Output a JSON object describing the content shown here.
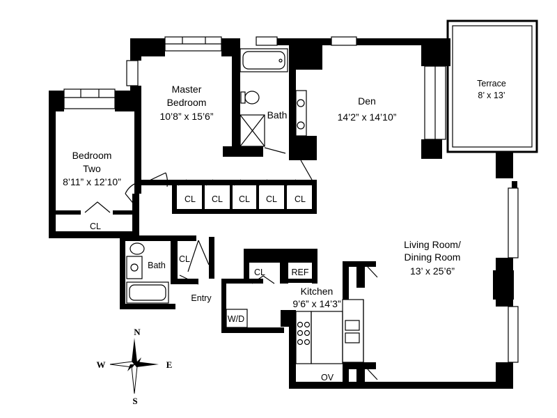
{
  "rooms": {
    "master_bedroom": {
      "name_line1": "Master",
      "name_line2": "Bedroom",
      "size": "10’8” x 15’6”"
    },
    "bedroom_two": {
      "name_line1": "Bedroom",
      "name_line2": "Two",
      "size": "8’11” x 12’10”"
    },
    "den": {
      "name": "Den",
      "size": "14’2” x 14’10”"
    },
    "terrace": {
      "name": "Terrace",
      "size": "8’ x 13’"
    },
    "living": {
      "name_line1": "Living Room/",
      "name_line2": "Dining Room",
      "size": "13’ x 25’6”"
    },
    "kitchen": {
      "name": "Kitchen",
      "size": "9’6” x 14’3”"
    }
  },
  "labels": {
    "bath_master": "Bath",
    "bath_second": "Bath",
    "entry": "Entry",
    "closet": "CL",
    "ref": "REF",
    "washer_dryer": "W/D",
    "oven": "OV"
  },
  "compass": {
    "n": "N",
    "s": "S",
    "e": "E",
    "w": "W"
  }
}
